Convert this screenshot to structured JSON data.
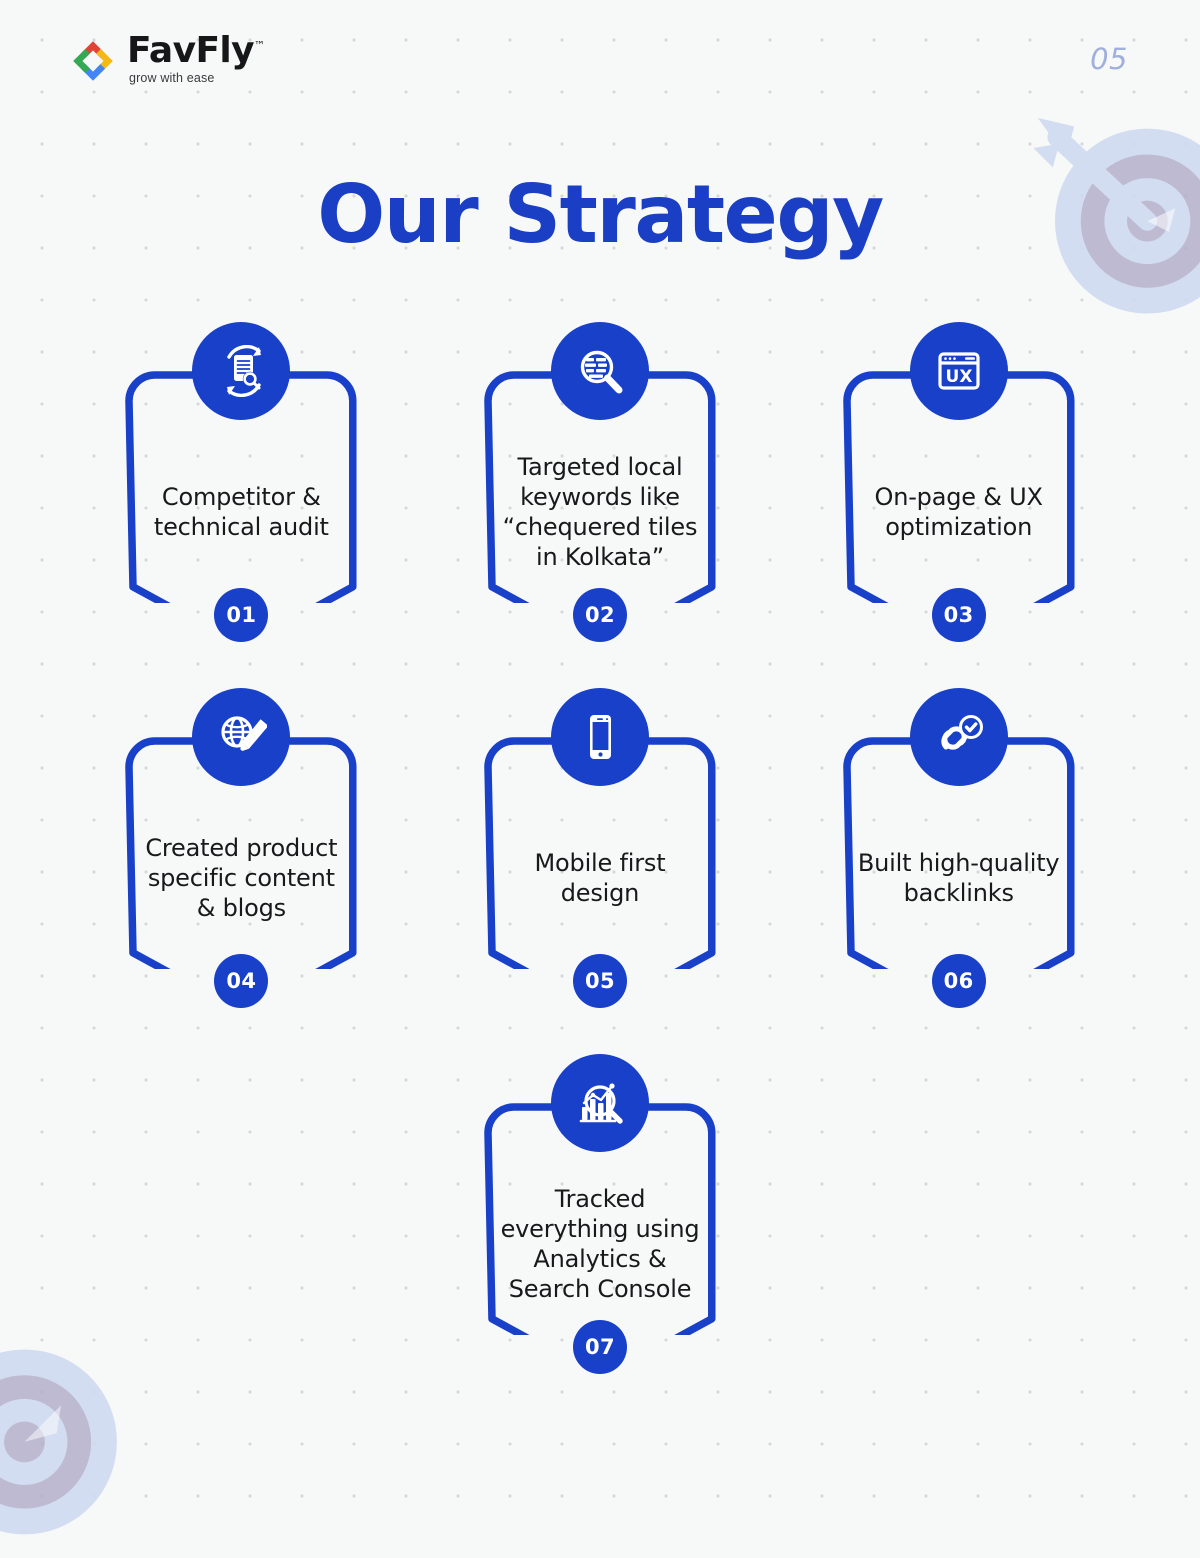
{
  "theme": {
    "background": "#f7f8f8",
    "primary_blue": "#1840c8",
    "title_blue": "#1a3fc4",
    "page_number_color": "#9fb0dc",
    "text_color": "#19191c",
    "dot_grid_color": "#d7d9da",
    "decor_color": "#ccd9f0",
    "decor_accent": "#b3b0cc"
  },
  "header": {
    "logo": {
      "wordmark": "FavFly",
      "trademark": "™",
      "tagline": "grow with ease",
      "mark_icon": "favfly-diamond-logo",
      "mark_colors": {
        "top": "#e04436",
        "right": "#f5b916",
        "bottom": "#4285f4",
        "left": "#34a853"
      }
    },
    "page_number": "05"
  },
  "title": "Our Strategy",
  "decorations": [
    {
      "name": "target-topright",
      "icon": "target-dartboard-icon"
    },
    {
      "name": "target-bottomleft",
      "icon": "target-dartboard-icon"
    }
  ],
  "cards": [
    {
      "number": "01",
      "text": "Competitor & technical audit",
      "icon": "document-audit-search-icon"
    },
    {
      "number": "02",
      "text": "Targeted local keywords like “chequered tiles in Kolkata”",
      "icon": "magnifier-tiles-icon"
    },
    {
      "number": "03",
      "text": "On-page & UX optimization",
      "icon": "browser-ux-icon",
      "icon_label": "UX"
    },
    {
      "number": "04",
      "text": "Created product specific content & blogs",
      "icon": "globe-pencil-content-icon"
    },
    {
      "number": "05",
      "text": "Mobile first design",
      "icon": "smartphone-icon"
    },
    {
      "number": "06",
      "text": "Built high-quality backlinks",
      "icon": "link-check-icon"
    },
    {
      "number": "07",
      "text": "Tracked everything using Analytics & Search Console",
      "icon": "analytics-magnifier-icon"
    }
  ]
}
